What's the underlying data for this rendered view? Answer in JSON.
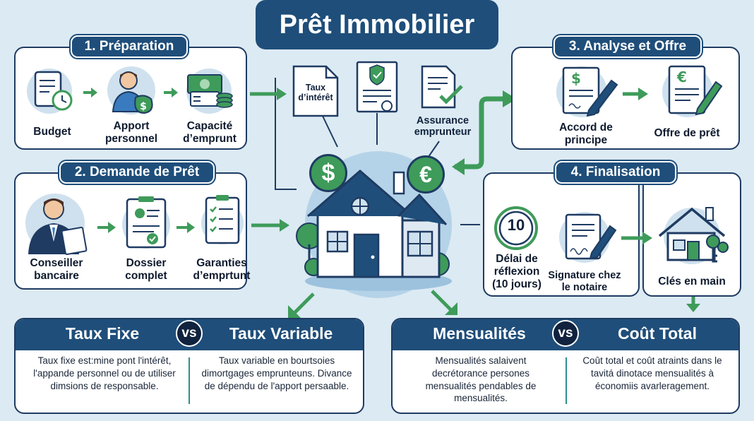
{
  "title": "Prêt Immobilier",
  "sections": {
    "preparation": {
      "label": "1. Préparation",
      "items": [
        "Budget",
        "Apport personnel",
        "Capacité d’emprunt"
      ]
    },
    "demande": {
      "label": "2. Demande de Prêt",
      "items": [
        "Conseiller bancaire",
        "Dossier complet",
        "Garanties d’empr­tunt"
      ]
    },
    "analyse": {
      "label": "3. Analyse et Offre",
      "items": [
        "Accord de principe",
        "Offre de prêt"
      ]
    },
    "finalisation": {
      "label": "4. Finalisation",
      "items": [
        "Délai de réflexion (10 jours)",
        "Signature chez le notaire",
        "Clés en main"
      ],
      "clock_number": "10"
    }
  },
  "center": {
    "doc_taux": "Taux d’intérêt",
    "assurance": "Assurance emprunteur",
    "dollar": "$",
    "euro": "€"
  },
  "compare_left": {
    "left_title": "Taux Fixe",
    "vs": "vs",
    "right_title": "Taux Variable",
    "left_text": "Taux fixe est:mine pont l'intérêt, l'appande personnel ou de utiliser dimsions de responsable.",
    "right_text": "Taux variable en bourtsoies dimortgages emprunteuns. Divance de dépendu de l'apport persaable."
  },
  "compare_right": {
    "left_title": "Mensualités",
    "vs": "vs",
    "right_title": "Coût Total",
    "left_text": "Mensualités salaivent decrétorance persones mensualités pendables de mensualités.",
    "right_text": "Coût total et coût atraints dans le tavitá dinotace mensualités à économiis avarleragement."
  },
  "colors": {
    "navy": "#1f4e7a",
    "green": "#3e9b5a",
    "background": "#dceaf3"
  }
}
